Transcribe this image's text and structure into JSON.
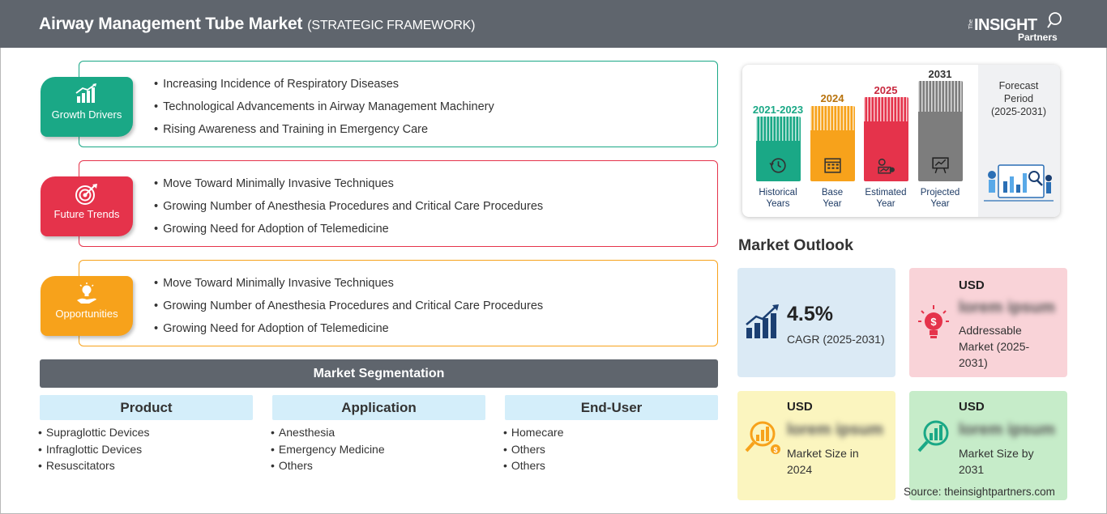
{
  "header": {
    "title": "Airway Management Tube Market",
    "subtitle": "(STRATEGIC FRAMEWORK)",
    "logo": {
      "line1": "INSIGHT",
      "line2": "Partners",
      "prefix": "The"
    }
  },
  "drivers": [
    {
      "label": "Growth Drivers",
      "icon": "bar-growth-icon",
      "color": "#1aa886",
      "items": [
        "Increasing Incidence of Respiratory Diseases",
        "Technological Advancements in Airway Management Machinery",
        "Rising Awareness and Training in Emergency Care"
      ]
    },
    {
      "label": "Future Trends",
      "icon": "target-icon",
      "color": "#e5334b",
      "items": [
        "Move Toward Minimally Invasive Techniques",
        "Growing Number of Anesthesia Procedures and Critical Care Procedures",
        "Growing Need for Adoption of Telemedicine"
      ]
    },
    {
      "label": "Opportunities",
      "icon": "lightbulb-hand-icon",
      "color": "#f7a21b",
      "items": [
        "Move Toward Minimally Invasive Techniques",
        "Growing Number of Anesthesia Procedures and Critical Care Procedures",
        "Growing Need for Adoption of Telemedicine"
      ]
    }
  ],
  "segmentation": {
    "title": "Market Segmentation",
    "columns": [
      {
        "heading": "Product",
        "items": [
          "Supraglottic Devices",
          "Infraglottic Devices",
          "Resuscitators"
        ]
      },
      {
        "heading": "Application",
        "items": [
          "Anesthesia",
          "Emergency Medicine",
          "Others"
        ]
      },
      {
        "heading": "End-User",
        "items": [
          "Homecare",
          "Others",
          "Others"
        ]
      }
    ]
  },
  "timeline": {
    "bars": [
      {
        "year": "2021-2023",
        "label1": "Historical",
        "label2": "Years",
        "color": "#1aa886",
        "icon": "history-clock-icon"
      },
      {
        "year": "2024",
        "label1": "Base",
        "label2": "Year",
        "color": "#f7a21b",
        "icon": "calendar-icon"
      },
      {
        "year": "2025",
        "label1": "Estimated",
        "label2": "Year",
        "color": "#e5334b",
        "icon": "gears-chart-icon"
      },
      {
        "year": "2031",
        "label1": "Projected",
        "label2": "Year",
        "color": "#7d7d7d",
        "icon": "presentation-board-icon"
      }
    ],
    "forecast": {
      "line1": "Forecast",
      "line2": "Period",
      "range": "(2025-2031)"
    }
  },
  "outlook": {
    "title": "Market Outlook",
    "cagr": {
      "value": "4.5%",
      "label": "CAGR (2025-2031)",
      "color": "#dbeaf5",
      "icon": "growth-chart-icon"
    },
    "addressable": {
      "usd": "USD",
      "value": "lorem ipsum",
      "label": "Addressable Market (2025-2031)",
      "color": "#f9d3d8",
      "icon": "money-bulb-icon"
    },
    "size2024": {
      "usd": "USD",
      "value": "lorem ipsum",
      "label": "Market Size in 2024",
      "color": "#fbf5bf",
      "icon": "money-magnifier-icon"
    },
    "size2031": {
      "usd": "USD",
      "value": "lorem ipsum",
      "label": "Market Size by 2031",
      "color": "#c6ecc9",
      "icon": "chart-magnifier-icon"
    }
  },
  "source": "Source: theinsightpartners.com"
}
